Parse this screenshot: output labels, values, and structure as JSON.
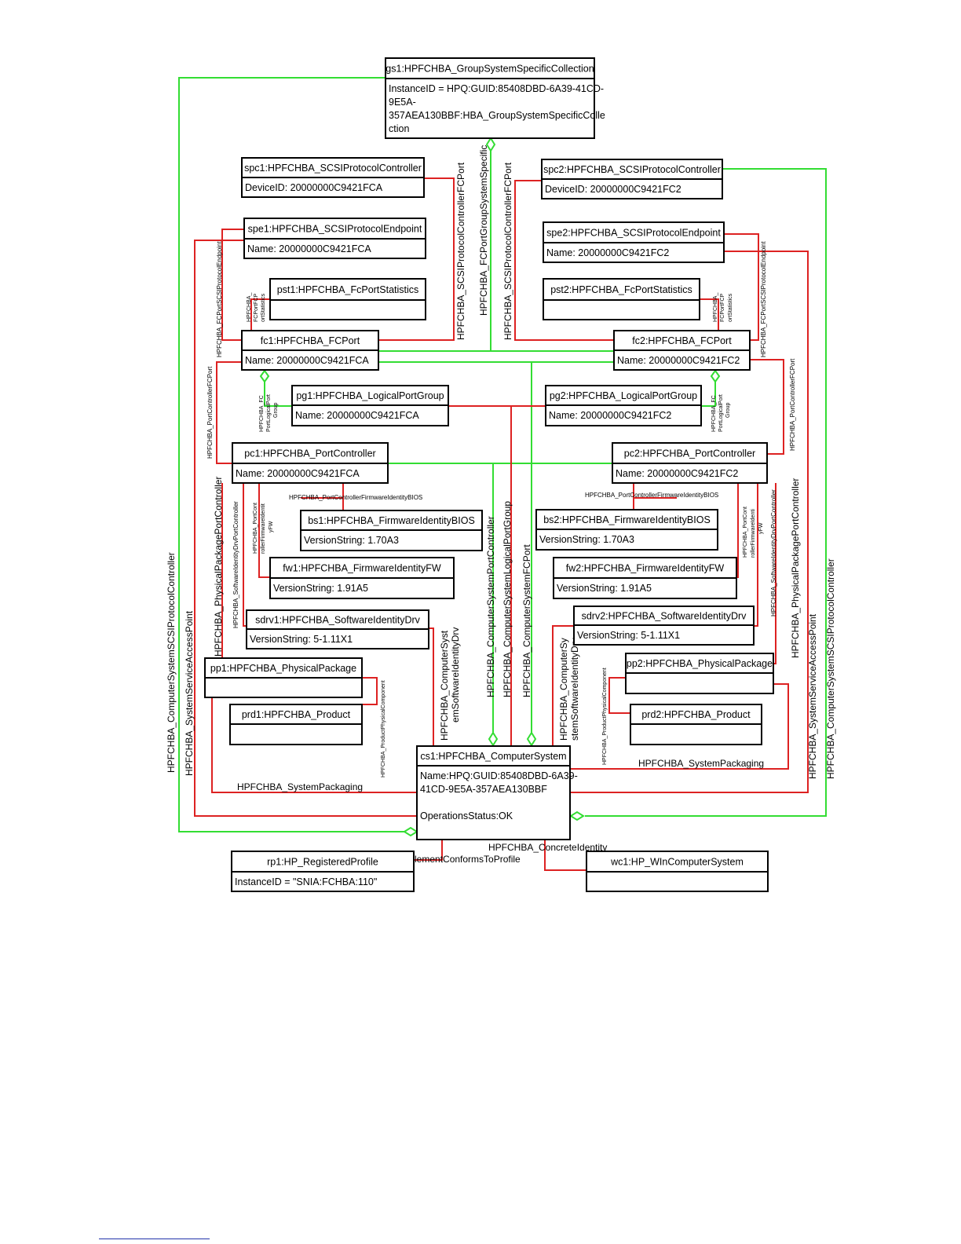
{
  "boxes": {
    "gs1": {
      "title": "gs1:HPFCHBA_GroupSystemSpecificCollection",
      "attrs": [
        "InstanceID = HPQ:GUID:85408DBD-6A39-41CD-",
        "9E5A-",
        "357AEA130BBF:HBA_GroupSystemSpecificColle",
        "ction"
      ]
    },
    "spc1": {
      "title": "spc1:HPFCHBA_SCSIProtocolController",
      "attrs": [
        "DeviceID: 20000000C9421FCA"
      ]
    },
    "spc2": {
      "title": "spc2:HPFCHBA_SCSIProtocolController",
      "attrs": [
        "DeviceID: 20000000C9421FC2"
      ]
    },
    "spe1": {
      "title": "spe1:HPFCHBA_SCSIProtocolEndpoint",
      "attrs": [
        "Name: 20000000C9421FCA"
      ]
    },
    "spe2": {
      "title": "spe2:HPFCHBA_SCSIProtocolEndpoint",
      "attrs": [
        "Name: 20000000C9421FC2"
      ]
    },
    "pst1": {
      "title": "pst1:HPFCHBA_FcPortStatistics",
      "attrs": []
    },
    "pst2": {
      "title": "pst2:HPFCHBA_FcPortStatistics",
      "attrs": []
    },
    "fc1": {
      "title": "fc1:HPFCHBA_FCPort",
      "attrs": [
        "Name: 20000000C9421FCA"
      ]
    },
    "fc2": {
      "title": "fc2:HPFCHBA_FCPort",
      "attrs": [
        "Name: 20000000C9421FC2"
      ]
    },
    "pg1": {
      "title": "pg1:HPFCHBA_LogicalPortGroup",
      "attrs": [
        "Name: 20000000C9421FCA"
      ]
    },
    "pg2": {
      "title": "pg2:HPFCHBA_LogicalPortGroup",
      "attrs": [
        "Name: 20000000C9421FC2"
      ]
    },
    "pc1": {
      "title": "pc1:HPFCHBA_PortController",
      "attrs": [
        "Name: 20000000C9421FCA"
      ]
    },
    "pc2": {
      "title": "pc2:HPFCHBA_PortController",
      "attrs": [
        "Name: 20000000C9421FC2"
      ]
    },
    "bs1": {
      "title": "bs1:HPFCHBA_FirmwareIdentityBIOS",
      "attrs": [
        "VersionString: 1.70A3"
      ]
    },
    "bs2": {
      "title": "bs2:HPFCHBA_FirmwareIdentityBIOS",
      "attrs": [
        "VersionString: 1.70A3"
      ]
    },
    "fw1": {
      "title": "fw1:HPFCHBA_FirmwareIdentityFW",
      "attrs": [
        "VersionString: 1.91A5"
      ]
    },
    "fw2": {
      "title": "fw2:HPFCHBA_FirmwareIdentityFW",
      "attrs": [
        "VersionString: 1.91A5"
      ]
    },
    "sdrv1": {
      "title": "sdrv1:HPFCHBA_SoftwareIdentityDrv",
      "attrs": [
        "VersionString: 5-1.11X1"
      ]
    },
    "sdrv2": {
      "title": "sdrv2:HPFCHBA_SoftwareIdentityDrv",
      "attrs": [
        "VersionString: 5-1.11X1"
      ]
    },
    "pp1": {
      "title": "pp1:HPFCHBA_PhysicalPackage",
      "attrs": []
    },
    "pp2": {
      "title": "pp2:HPFCHBA_PhysicalPackage",
      "attrs": []
    },
    "prd1": {
      "title": "prd1:HPFCHBA_Product",
      "attrs": []
    },
    "prd2": {
      "title": "prd2:HPFCHBA_Product",
      "attrs": []
    },
    "cs1": {
      "title": "cs1:HPFCHBA_ComputerSystem",
      "attrs": [
        "Name:HPQ:GUID:85408DBD-6A39-",
        "41CD-9E5A-357AEA130BBF",
        "",
        "OperationsStatus:OK"
      ]
    },
    "rp1": {
      "title": "rp1:HP_RegisteredProfile",
      "attrs": [
        "InstanceID = \"SNIA:FCHBA:110\""
      ]
    },
    "wc1": {
      "title": "wc1:HP_WInComputerSystem",
      "attrs": []
    }
  },
  "labels": {
    "spc_fcport_1": "HPFCHBA_SCSIProtocolControllerFCPort",
    "fcport_group_ss": "HPFCHBA_FCPortGroupSystemSpecific",
    "spc_fcport_2": "HPFCHBA_SCSIProtocolControllerFCPort",
    "fcport_scsi_ep_1": "HPFCHBA_FCPortSCSIProtocolEndpoint",
    "fcport_scsi_ep_2": "HPFCHBA_FCPortSCSIProtocolEndpoint",
    "fcport_stats_1a": "HPFCHBA_",
    "fcport_stats_1b": "FCPortFCP",
    "fcport_stats_1c": "ortStatistics",
    "fcport_stats_2a": "HPFCHBA_",
    "fcport_stats_2b": "FCPortFCP",
    "fcport_stats_2c": "ortStatistics",
    "pc_fcport_1": "HPFCHBA_PortControllerFCPort",
    "pc_fcport_2": "HPFCHBA_PortControllerFCPort",
    "fc_lpg_1a": "HPFCHBA_FC",
    "fc_lpg_1b": "PortLogicalPort",
    "fc_lpg_1c": "Group",
    "fc_lpg_2a": "HPFCHBA_FC",
    "fc_lpg_2b": "PortLogicalPort",
    "fc_lpg_2c": "Group",
    "pc_fw_bios_1": "HPFCHBA_PortControllerFirmwareIdentityBIOS",
    "pc_fw_bios_2": "HPFCHBA_PortControllerFirmwareIdentityBIOS",
    "pc_fw_fw_1a": "HPFCHBA_PortCont",
    "pc_fw_fw_1b": "rollerFirmwareIdentit",
    "pc_fw_fw_1c": "yFW",
    "pc_fw_fw_2a": "HPFCHBA_PortCont",
    "pc_fw_fw_2b": "rollerFirmwareIdenti",
    "pc_fw_fw_2c": "yFW",
    "sw_drv_pc_1": "HPFCHBA_SoftwareIdentityDrvPortController",
    "sw_drv_pc_2": "HPFCHBA_SoftwareIdentityDrvPortController",
    "phys_pkg_pc_1": "HPFCHBA_PhysicalPackagePortController",
    "phys_pkg_pc_2": "HPFCHBA_PhysicalPackagePortController",
    "cs_spc_1": "HPFCHBA_ComputerSystemSCSIProtocolController",
    "cs_spc_2": "HPFCHBA_ComputerSystemSCSIProtocolController",
    "sys_sap_1": "HPFCHBA_SystemServiceAccessPoint",
    "sys_sap_2": "HPFCHBA_SystemServiceAccessPoint",
    "cs_sw_drv_1a": "HPFCHBA_ComputerSyst",
    "cs_sw_drv_1b": "emSoftwareIdentityDrv",
    "cs_sw_drv_2a": "HPFCHBA_ComputerSy",
    "cs_sw_drv_2b": "stemSoftwareIdentityDrv",
    "cs_pc": "HPFCHBA_ComputerSystemPortController",
    "cs_lpg": "HPFCHBA_ComputerSystemLogicalPortGroup",
    "cs_fcport": "HPFCHBA_ComputerSystemFCPort",
    "prod_phys_1": "HPFCHBA_ProductPhysicalComponent",
    "prod_phys_2": "HPFCHBA_ProductPhysicalComponent",
    "sys_pkg_1": "HPFCHBA_SystemPackaging",
    "sys_pkg_2": "HPFCHBA_SystemPackaging",
    "concrete_identity": "HPFCHBA_ConcreteIdentity",
    "elem_conforms": "ElementConformsToProfile"
  },
  "colors": {
    "association_green": "#33dd33",
    "association_red": "#dd2222",
    "box_border": "#000000",
    "footnote_rule": "#2233aa"
  }
}
